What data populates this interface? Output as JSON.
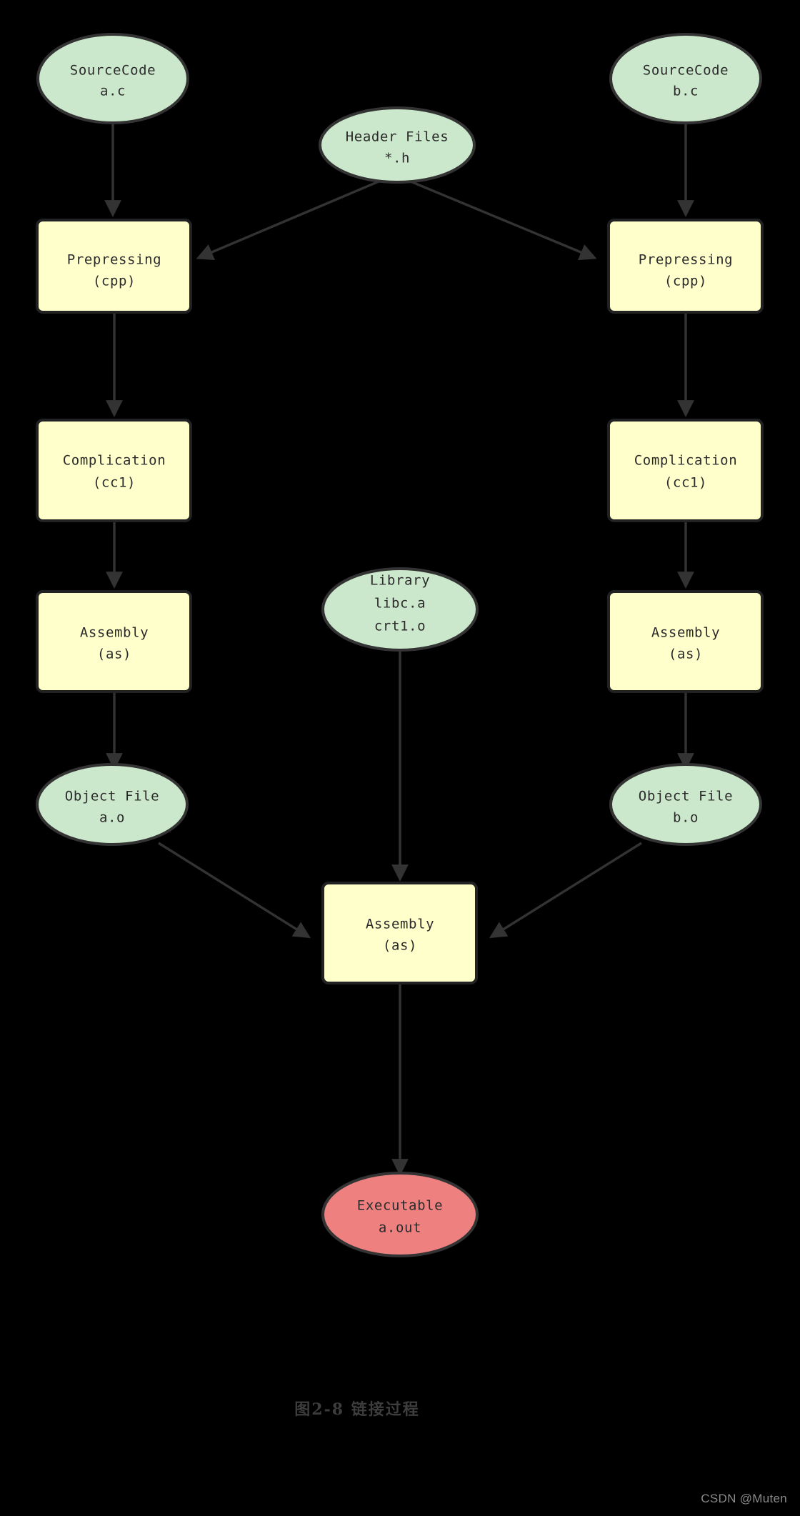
{
  "diagram": {
    "background_color": "#000000",
    "caption": "图2-8 链接过程",
    "watermark": "CSDN @Muten",
    "palette": {
      "file_node_fill": "#cce8cc",
      "process_node_fill": "#ffffcc",
      "executable_node_fill": "#ee8080",
      "stroke": "#333333",
      "text": "#2b2b2b"
    },
    "nodes": {
      "source_a": {
        "line1": "SourceCode",
        "line2": "a.c"
      },
      "header": {
        "line1": "Header Files",
        "line2": "*.h"
      },
      "source_b": {
        "line1": "SourceCode",
        "line2": "b.c"
      },
      "prepress_a": {
        "line1": "Prepressing",
        "line2": "(cpp)"
      },
      "prepress_b": {
        "line1": "Prepressing",
        "line2": "(cpp)"
      },
      "compile_a": {
        "line1": "Complication",
        "line2": "(cc1)"
      },
      "compile_b": {
        "line1": "Complication",
        "line2": "(cc1)"
      },
      "assembly_a": {
        "line1": "Assembly",
        "line2": "(as)"
      },
      "assembly_b": {
        "line1": "Assembly",
        "line2": "(as)"
      },
      "library": {
        "line1": "Library",
        "line2": "libc.a",
        "line3": "crt1.o"
      },
      "object_a": {
        "line1": "Object File",
        "line2": "a.o"
      },
      "object_b": {
        "line1": "Object File",
        "line2": "b.o"
      },
      "link": {
        "line1": "Assembly",
        "line2": "(as)"
      },
      "executable": {
        "line1": "Executable",
        "line2": "a.out"
      }
    }
  }
}
